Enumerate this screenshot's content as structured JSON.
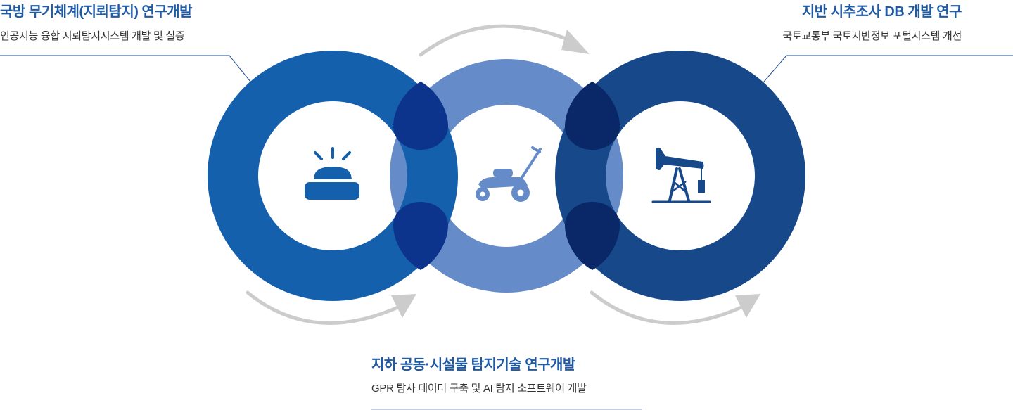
{
  "colors": {
    "ring_left": "#1560ad",
    "ring_middle": "#658cc8",
    "ring_right": "#17488a",
    "overlap_left": "#0d348c",
    "overlap_right": "#0a2767",
    "title": "#1f5aa5",
    "arrow": "#cccccc",
    "leader_line": "#1d4e8b",
    "bottom_rule": "#8e9bc6"
  },
  "labels": {
    "left": {
      "title": "국방 무기체계(지뢰탐지) 연구개발",
      "subtitle": "인공지능 융합 지뢰탐지시스템 개발 및 실증"
    },
    "right": {
      "title": "지반 시추조사 DB 개발 연구",
      "subtitle": "국토교통부 국토지반정보 포털시스템 개선"
    },
    "bottom": {
      "title": "지하 공동·시설물 탐지기술 연구개발",
      "subtitle": "GPR 탐사 데이터 구축 및 AI 탐지 소프트웨어 개발"
    }
  },
  "icons": {
    "left": "siren-icon",
    "middle": "lawn-mower-icon",
    "right": "oil-pump-icon"
  }
}
